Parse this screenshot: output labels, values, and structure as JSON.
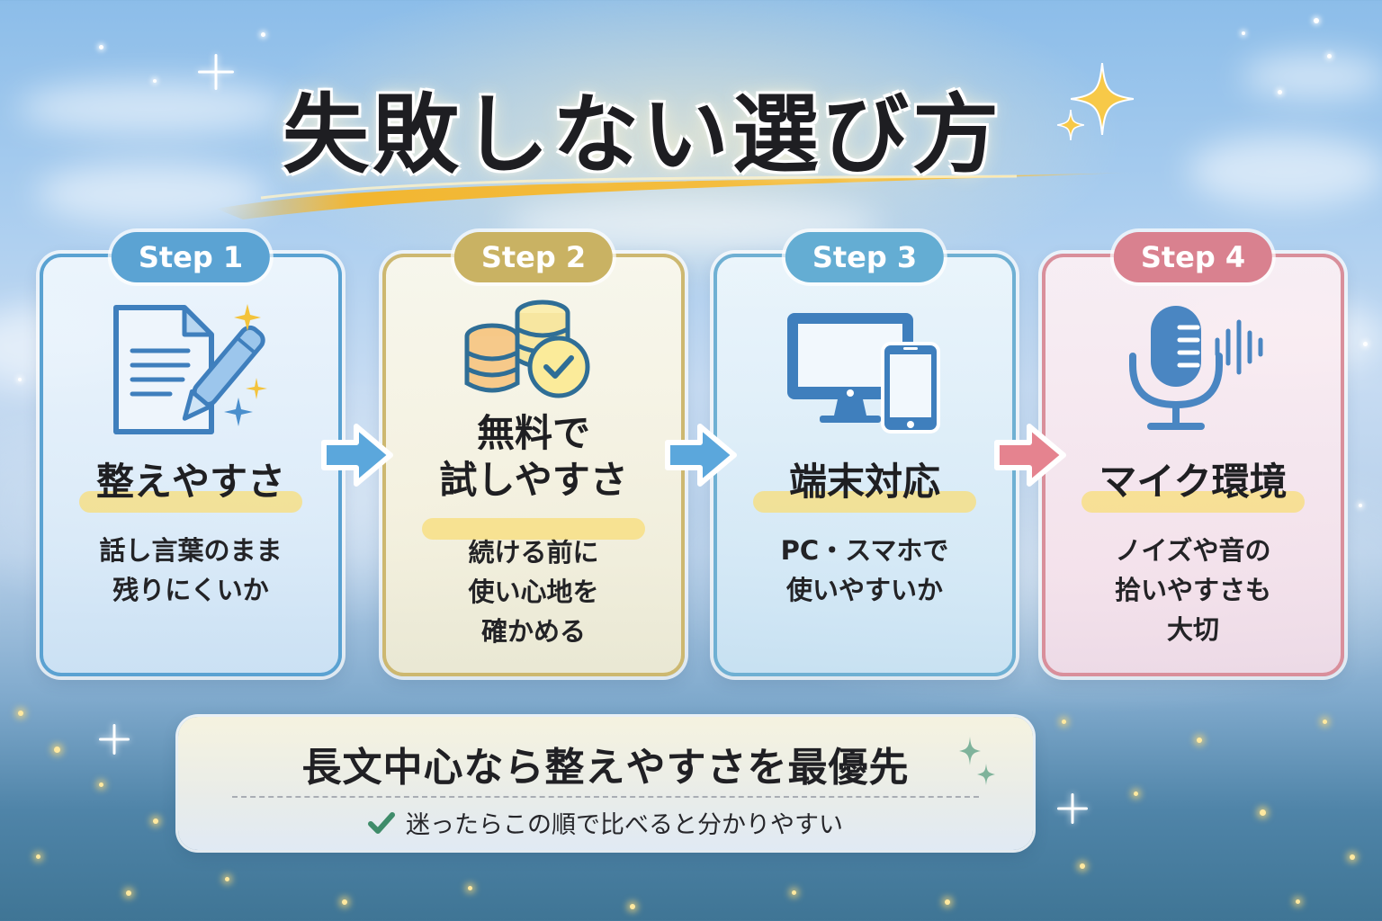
{
  "title": "失敗しない選び方",
  "steps": [
    {
      "badge": "Step 1",
      "icon": "document-pen-sparkle-icon",
      "heading_lines": [
        "整えやすさ"
      ],
      "description_lines": [
        "話し言葉のまま",
        "残りにくいか"
      ],
      "accent": "#5ba3d3"
    },
    {
      "badge": "Step 2",
      "icon": "coins-check-icon",
      "heading_lines": [
        "無料で",
        "試しやすさ"
      ],
      "description_lines": [
        "続ける前に",
        "使い心地を",
        "確かめる"
      ],
      "accent": "#c9b263"
    },
    {
      "badge": "Step 3",
      "icon": "desktop-smartphone-icon",
      "heading_lines": [
        "端末対応"
      ],
      "description_lines": [
        "PC・スマホで",
        "使いやすいか"
      ],
      "accent": "#64add3"
    },
    {
      "badge": "Step 4",
      "icon": "microphone-soundwave-icon",
      "heading_lines": [
        "マイク環境"
      ],
      "description_lines": [
        "ノイズや音の",
        "拾いやすさも",
        "大切"
      ],
      "accent": "#d9818f"
    }
  ],
  "arrows": [
    {
      "from": 1,
      "to": 2,
      "color": "#5ba7dc"
    },
    {
      "from": 2,
      "to": 3,
      "color": "#5ba7dc"
    },
    {
      "from": 3,
      "to": 4,
      "color": "#e5838f"
    }
  ],
  "summary": {
    "main": "長文中心なら整えやすさを最優先",
    "check_icon": "check-icon",
    "sub": "迷ったらこの順で比べると分かりやすい",
    "check_color": "#3f8c6a",
    "sparkle_color": "#7fb39b"
  },
  "colors": {
    "title_text": "#1e1e22",
    "swoosh": "#f2b631",
    "highlight": "#f8de78",
    "icon_blue": "#3f7fbd"
  }
}
